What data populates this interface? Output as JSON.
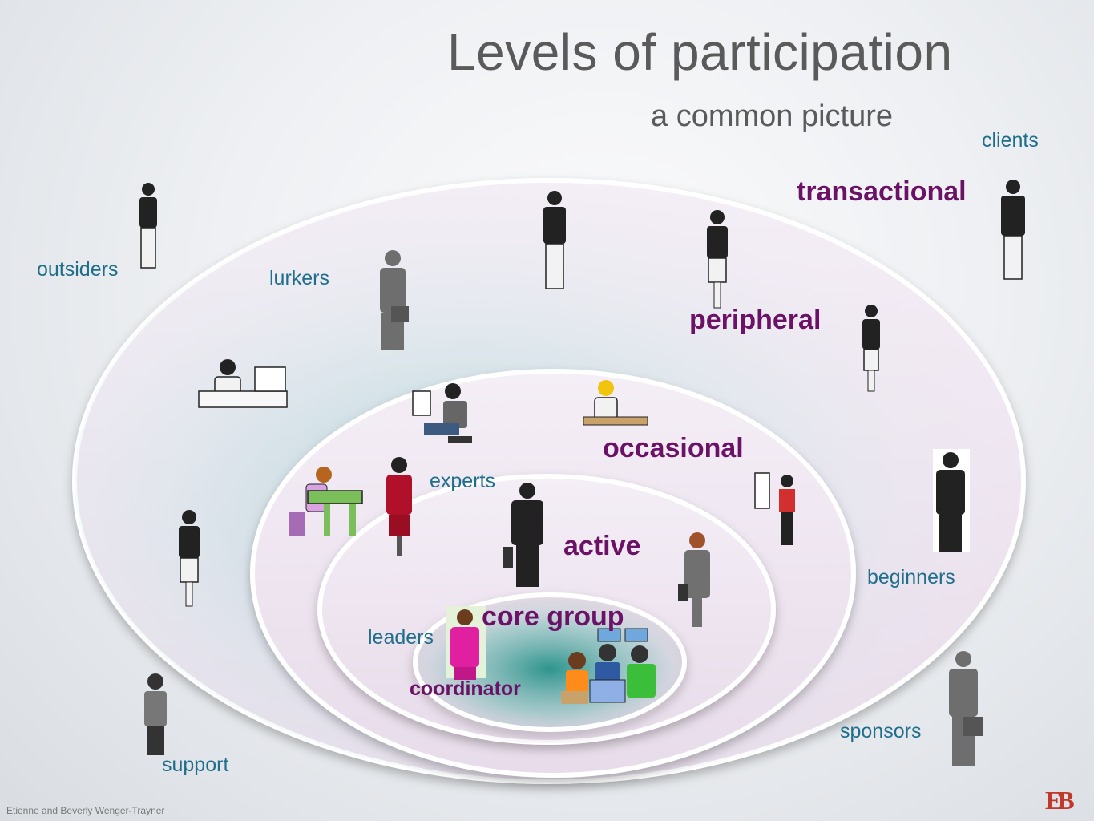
{
  "title": "Levels of participation",
  "subtitle": "a common picture",
  "levels": {
    "transactional": "transactional",
    "peripheral": "peripheral",
    "occasional": "occasional",
    "active": "active",
    "core_group": "core group",
    "coordinator": "coordinator"
  },
  "roles": {
    "clients": "clients",
    "outsiders": "outsiders",
    "lurkers": "lurkers",
    "experts": "experts",
    "beginners": "beginners",
    "leaders": "leaders",
    "sponsors": "sponsors",
    "support": "support"
  },
  "credit": "Etienne and Beverly Wenger-Trayner",
  "logo_text": "EB",
  "colors": {
    "level_text": "#6b1266",
    "role_text": "#1f6e8c",
    "ring_fill": "#efe6f0",
    "core_glow": "#2fa39a",
    "logo": "#c0392b"
  }
}
